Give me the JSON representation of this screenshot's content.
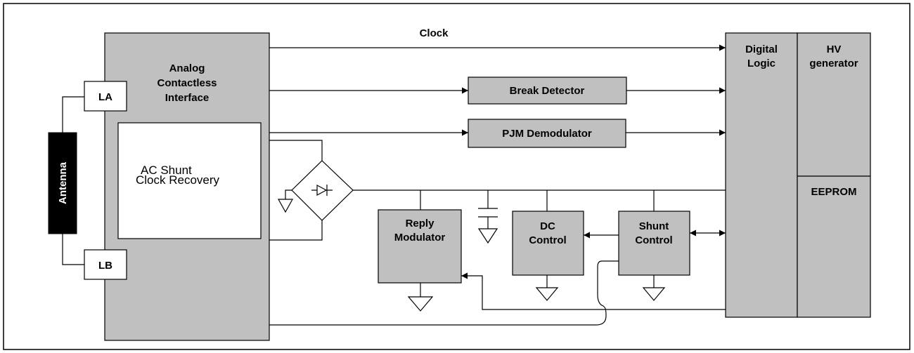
{
  "blocks": {
    "analog_interface": [
      "Analog",
      "Contactless",
      "Interface"
    ],
    "ac_shunt": [
      "AC Shunt",
      "Clock Recovery"
    ],
    "antenna": "Antenna",
    "pad_la": "LA",
    "pad_lb": "LB",
    "break_detector": "Break Detector",
    "pjm_demodulator": "PJM Demodulator",
    "reply_modulator": [
      "Reply",
      "Modulator"
    ],
    "dc_control": [
      "DC",
      "Control"
    ],
    "shunt_control": [
      "Shunt",
      "Control"
    ],
    "digital_logic": [
      "Digital",
      "Logic"
    ],
    "hv_generator": [
      "HV",
      "generator"
    ],
    "eeprom": "EEPROM"
  },
  "signals": {
    "clock": "Clock"
  }
}
